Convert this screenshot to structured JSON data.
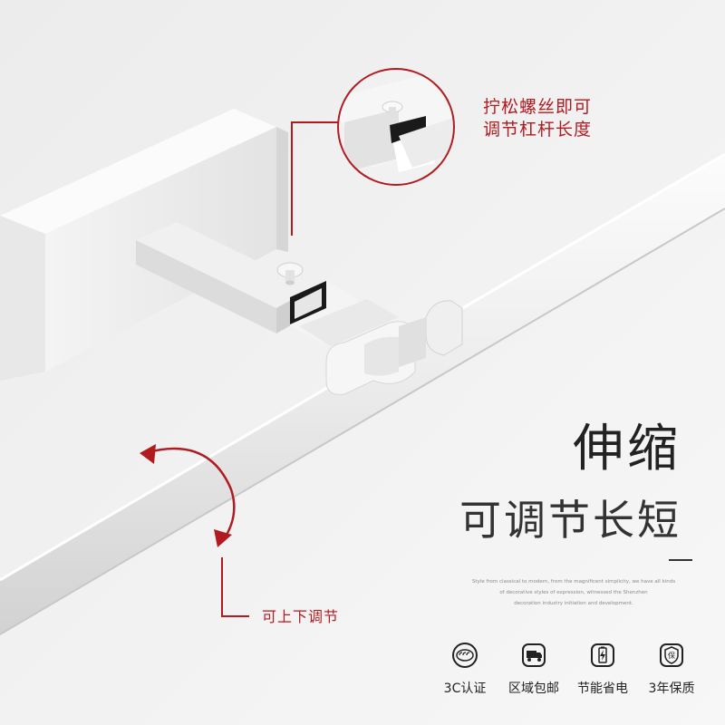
{
  "callout": {
    "line1": "拧松螺丝即可",
    "line2": "调节杠杆长度"
  },
  "headline": "伸缩",
  "subhead": "可调节长短",
  "blurb": {
    "line1": "Style from classical to modern, from the magnificent simplicity, we have all kinds",
    "line2": "of decorative styles of expression, witnessed the Shenzhen",
    "line3": "decoration industry initiation and development."
  },
  "rotate_label": "可上下调节",
  "badges": [
    {
      "label": "3C认证",
      "icon": "3c-certification-icon"
    },
    {
      "label": "区域包邮",
      "icon": "delivery-truck-icon"
    },
    {
      "label": "节能省电",
      "icon": "battery-icon"
    },
    {
      "label": "3年保质",
      "icon": "warranty-shield-icon"
    }
  ],
  "colors": {
    "accent_red": "#b11b20",
    "text_dark": "#222222",
    "background": "#f3f3f3"
  }
}
